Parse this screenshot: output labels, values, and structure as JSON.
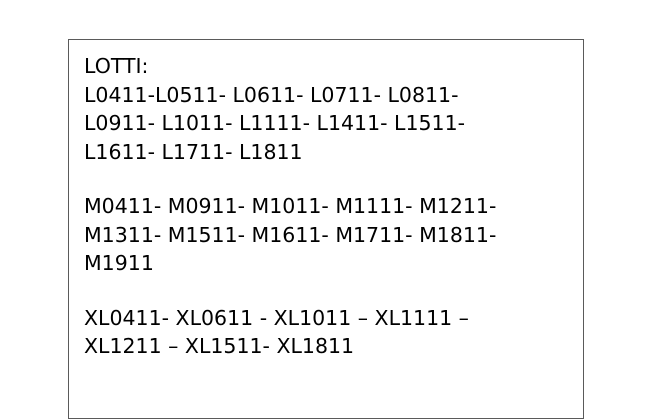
{
  "document": {
    "heading": "LOTTI:",
    "group_l": [
      "L0411-L0511- L0611- L0711- L0811-",
      "L0911- L1011- L1111- L1411- L1511-",
      "L1611- L1711- L1811"
    ],
    "group_m": [
      "M0411- M0911- M1011- M1111- M1211-",
      "M1311- M1511- M1611- M1711- M1811-",
      "M1911"
    ],
    "group_xl": [
      "XL0411- XL0611 - XL1011 – XL1111 –",
      "XL1211 – XL1511- XL1811"
    ]
  }
}
